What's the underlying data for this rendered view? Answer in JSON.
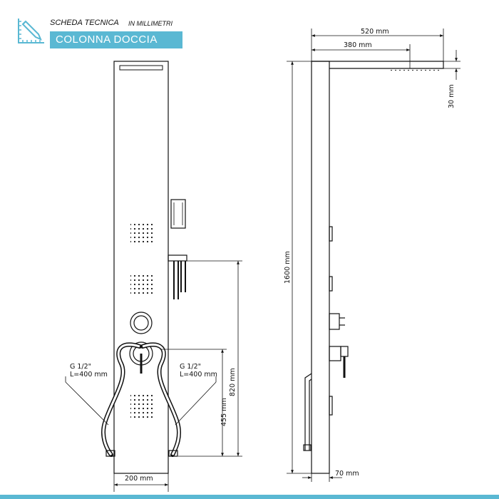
{
  "header": {
    "title": "SCHEDA TECNICA",
    "unit_note": "IN MILLIMETRI",
    "product": "COLONNA DOCCIA",
    "accent_color": "#5ab8d3",
    "logo_icon": "pencil-ruler-icon"
  },
  "front_view": {
    "width_label": "200 mm",
    "height_to_valve_label": "820 mm",
    "height_to_outlet_label": "455 mm",
    "left_hose_thread": "G 1/2\"",
    "left_hose_length": "L=400 mm",
    "right_hose_thread": "G 1/2\"",
    "right_hose_length": "L=400 mm"
  },
  "side_view": {
    "overall_height_label": "1600 mm",
    "arm_length_label": "520 mm",
    "head_offset_label": "380 mm",
    "head_thickness_label": "30 mm",
    "depth_label": "70 mm"
  }
}
